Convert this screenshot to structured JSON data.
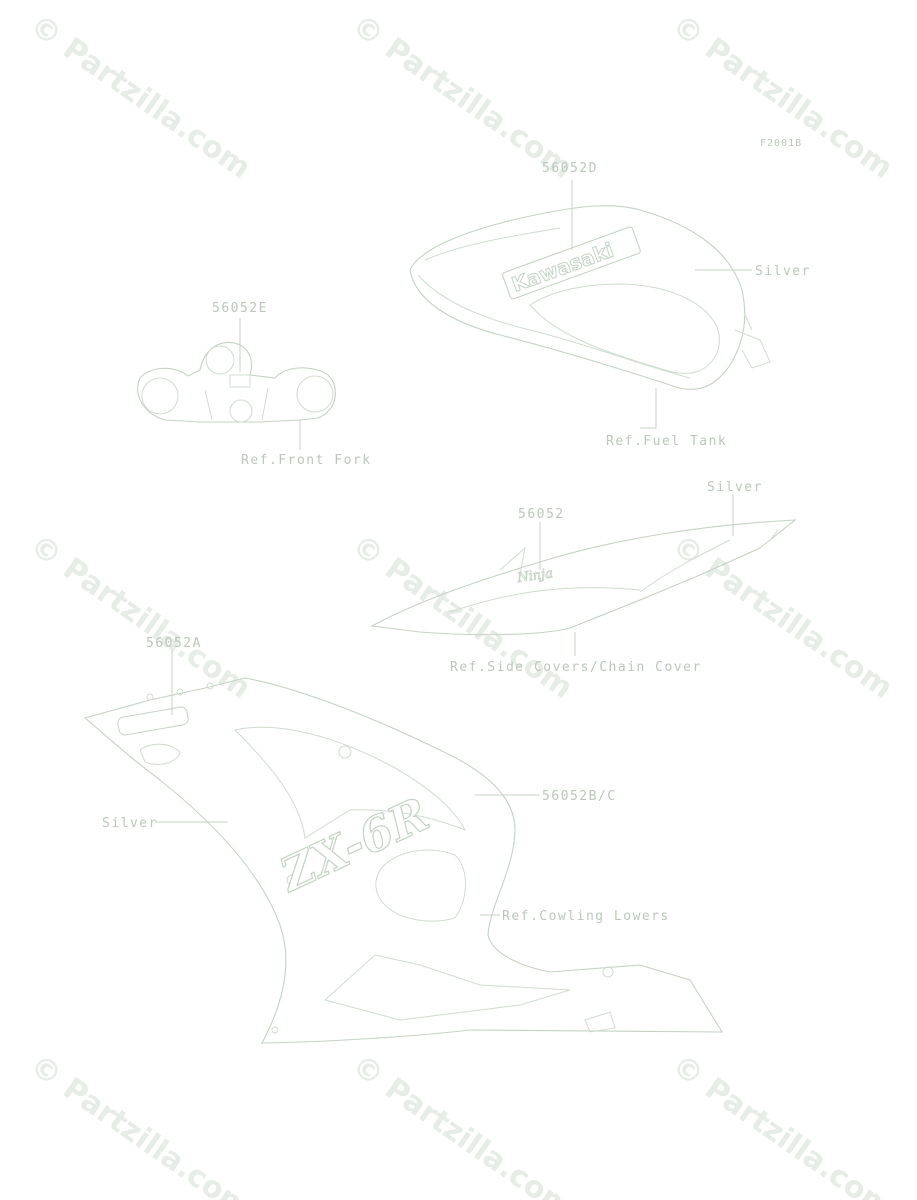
{
  "figure_code": "F2001B",
  "watermark_text": "© Partzilla.com",
  "labels": {
    "tank_decal": "56052D",
    "tank_color": "Silver",
    "tank_ref": "Ref.Fuel Tank",
    "fork_decal": "56052E",
    "fork_ref": "Ref.Front Fork",
    "side_color": "Silver",
    "side_decal": "56052",
    "side_ref": "Ref.Side Covers/Chain Cover",
    "cowl_decal_upper": "56052A",
    "cowl_decal_main": "56052B/C",
    "cowl_color": "Silver",
    "cowl_ref": "Ref.Cowling Lowers"
  },
  "decal_texts": {
    "tank_logo": "Kawasaki",
    "side_script": "Ninja",
    "cowl_model": "ZX-6R"
  },
  "colors": {
    "line": "#c3d3c3",
    "label": "#b9c8b9",
    "watermark": "#e6ece6"
  }
}
